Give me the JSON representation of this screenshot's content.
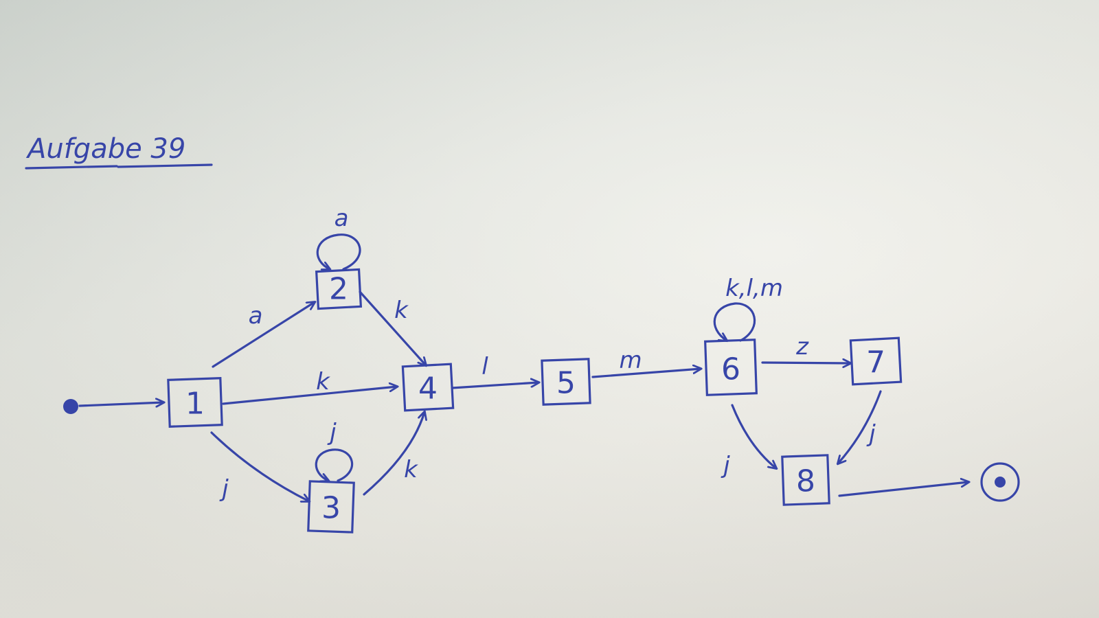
{
  "title": "Aufgabe 39",
  "colors": {
    "ink": "#3745a8",
    "paper": "#e8e8e0"
  },
  "states": [
    {
      "id": "1",
      "label": "1"
    },
    {
      "id": "2",
      "label": "2"
    },
    {
      "id": "3",
      "label": "3"
    },
    {
      "id": "4",
      "label": "4"
    },
    {
      "id": "5",
      "label": "5"
    },
    {
      "id": "6",
      "label": "6"
    },
    {
      "id": "7",
      "label": "7"
    },
    {
      "id": "8",
      "label": "8"
    }
  ],
  "start_marker": "filled-dot-icon",
  "final_marker": "double-circle-icon",
  "transitions": [
    {
      "from": "1",
      "to": "2",
      "label": "a"
    },
    {
      "from": "2",
      "to": "2",
      "label": "a"
    },
    {
      "from": "2",
      "to": "4",
      "label": "k"
    },
    {
      "from": "1",
      "to": "4",
      "label": "k"
    },
    {
      "from": "1",
      "to": "3",
      "label": "j"
    },
    {
      "from": "3",
      "to": "3",
      "label": "j"
    },
    {
      "from": "3",
      "to": "4",
      "label": "k"
    },
    {
      "from": "4",
      "to": "5",
      "label": "l"
    },
    {
      "from": "5",
      "to": "6",
      "label": "m"
    },
    {
      "from": "6",
      "to": "6",
      "label": "k,l,m"
    },
    {
      "from": "6",
      "to": "7",
      "label": "z"
    },
    {
      "from": "6",
      "to": "8",
      "label": "j"
    },
    {
      "from": "7",
      "to": "8",
      "label": "j"
    }
  ]
}
